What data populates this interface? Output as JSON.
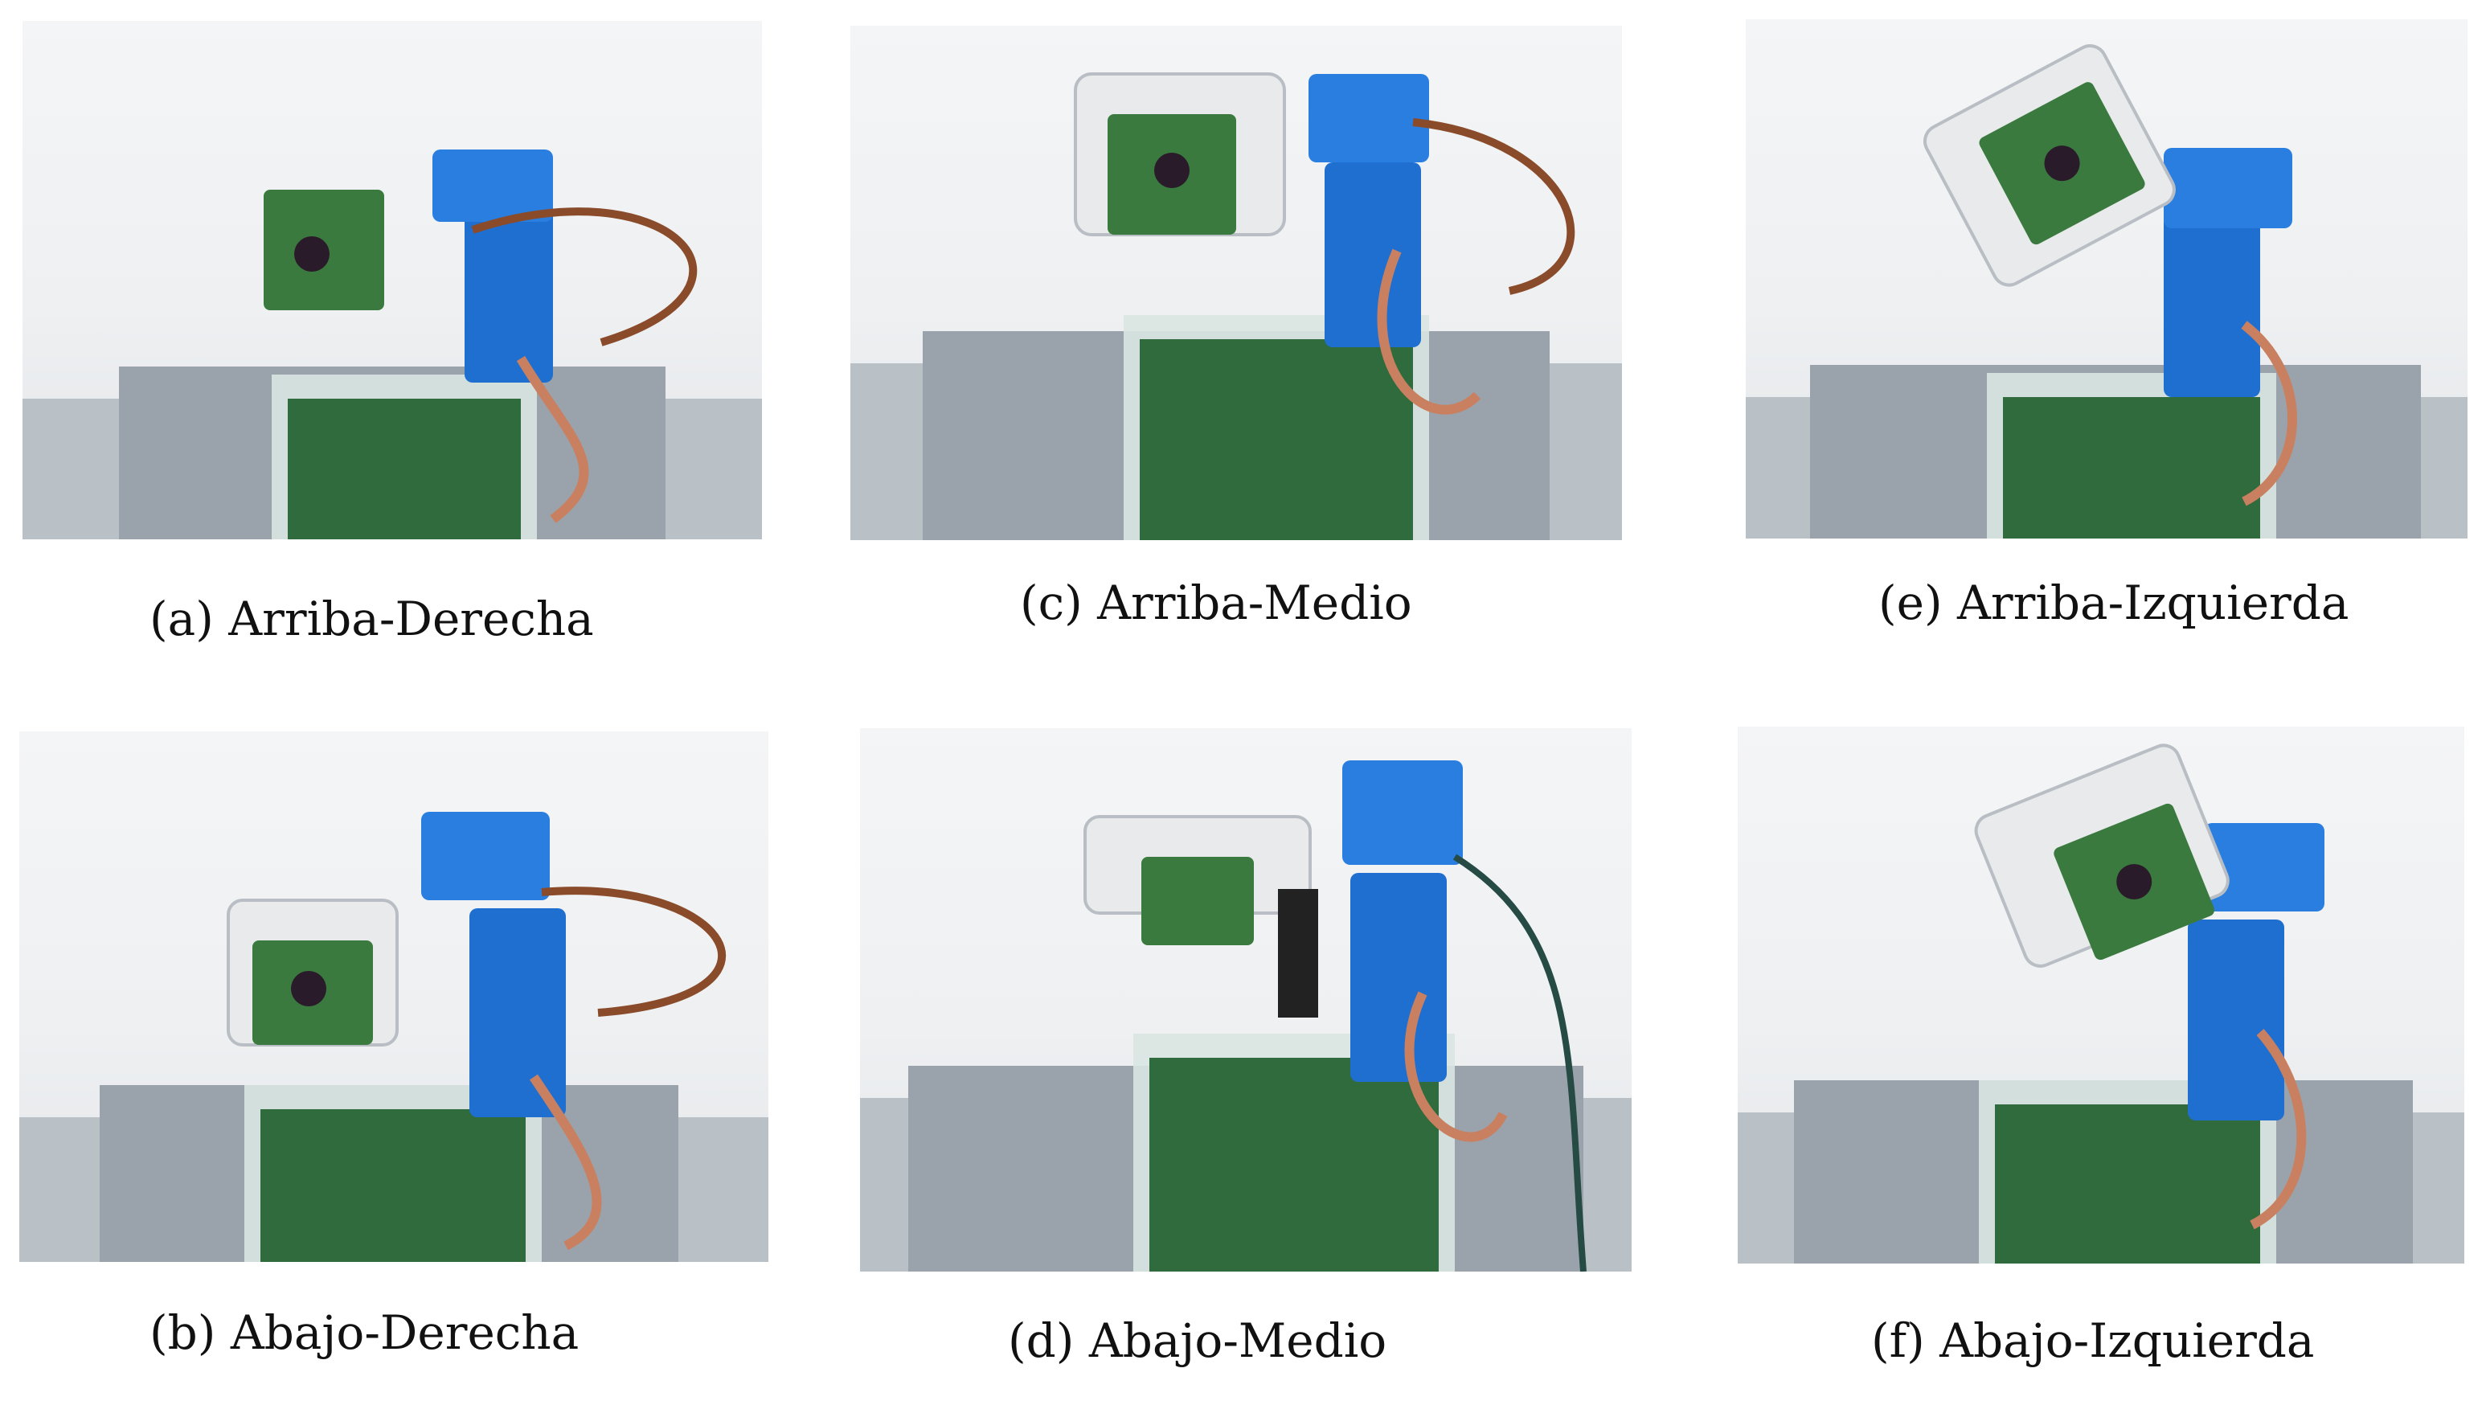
{
  "figure": {
    "panels": [
      {
        "id": "a",
        "caption": "(a) Arriba-Derecha",
        "camera_pose": "up-right"
      },
      {
        "id": "c",
        "caption": "(c) Arriba-Medio",
        "camera_pose": "up-middle"
      },
      {
        "id": "e",
        "caption": "(e) Arriba-Izquierda",
        "camera_pose": "up-left"
      },
      {
        "id": "b",
        "caption": "(b) Abajo-Derecha",
        "camera_pose": "down-right"
      },
      {
        "id": "d",
        "caption": "(d) Abajo-Medio",
        "camera_pose": "down-middle"
      },
      {
        "id": "f",
        "caption": "(f) Abajo-Izquierda",
        "camera_pose": "down-left"
      }
    ],
    "colors": {
      "servo_blue": "#1f6fd0",
      "board_green": "#2f6b3c",
      "frame_gray": "#9aa3ab",
      "wire_brown": "#8a4b2a"
    }
  }
}
